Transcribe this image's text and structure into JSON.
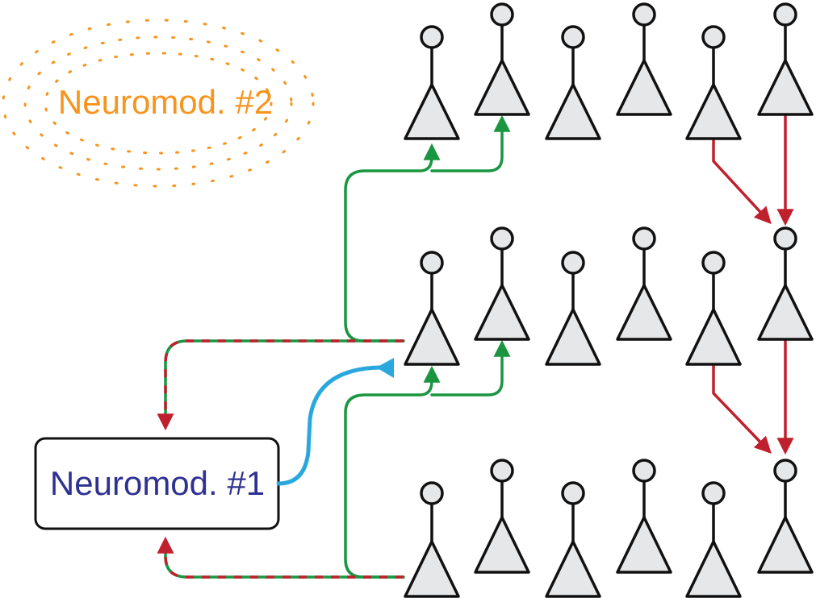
{
  "labels": {
    "neuromod1": "Neuromod. #1",
    "neuromod2": "Neuromod. #2"
  },
  "colors": {
    "neuron_fill": "#e6e7e8",
    "neuron_stroke": "#111111",
    "excitatory_green": "#1a9641",
    "inhibitory_red": "#c0202e",
    "neuromod1_blue": "#2aa8de",
    "neuromod1_text": "#2e3192",
    "neuromod2_orange": "#f7941d"
  },
  "rows": 3,
  "neurons_per_row": 6
}
